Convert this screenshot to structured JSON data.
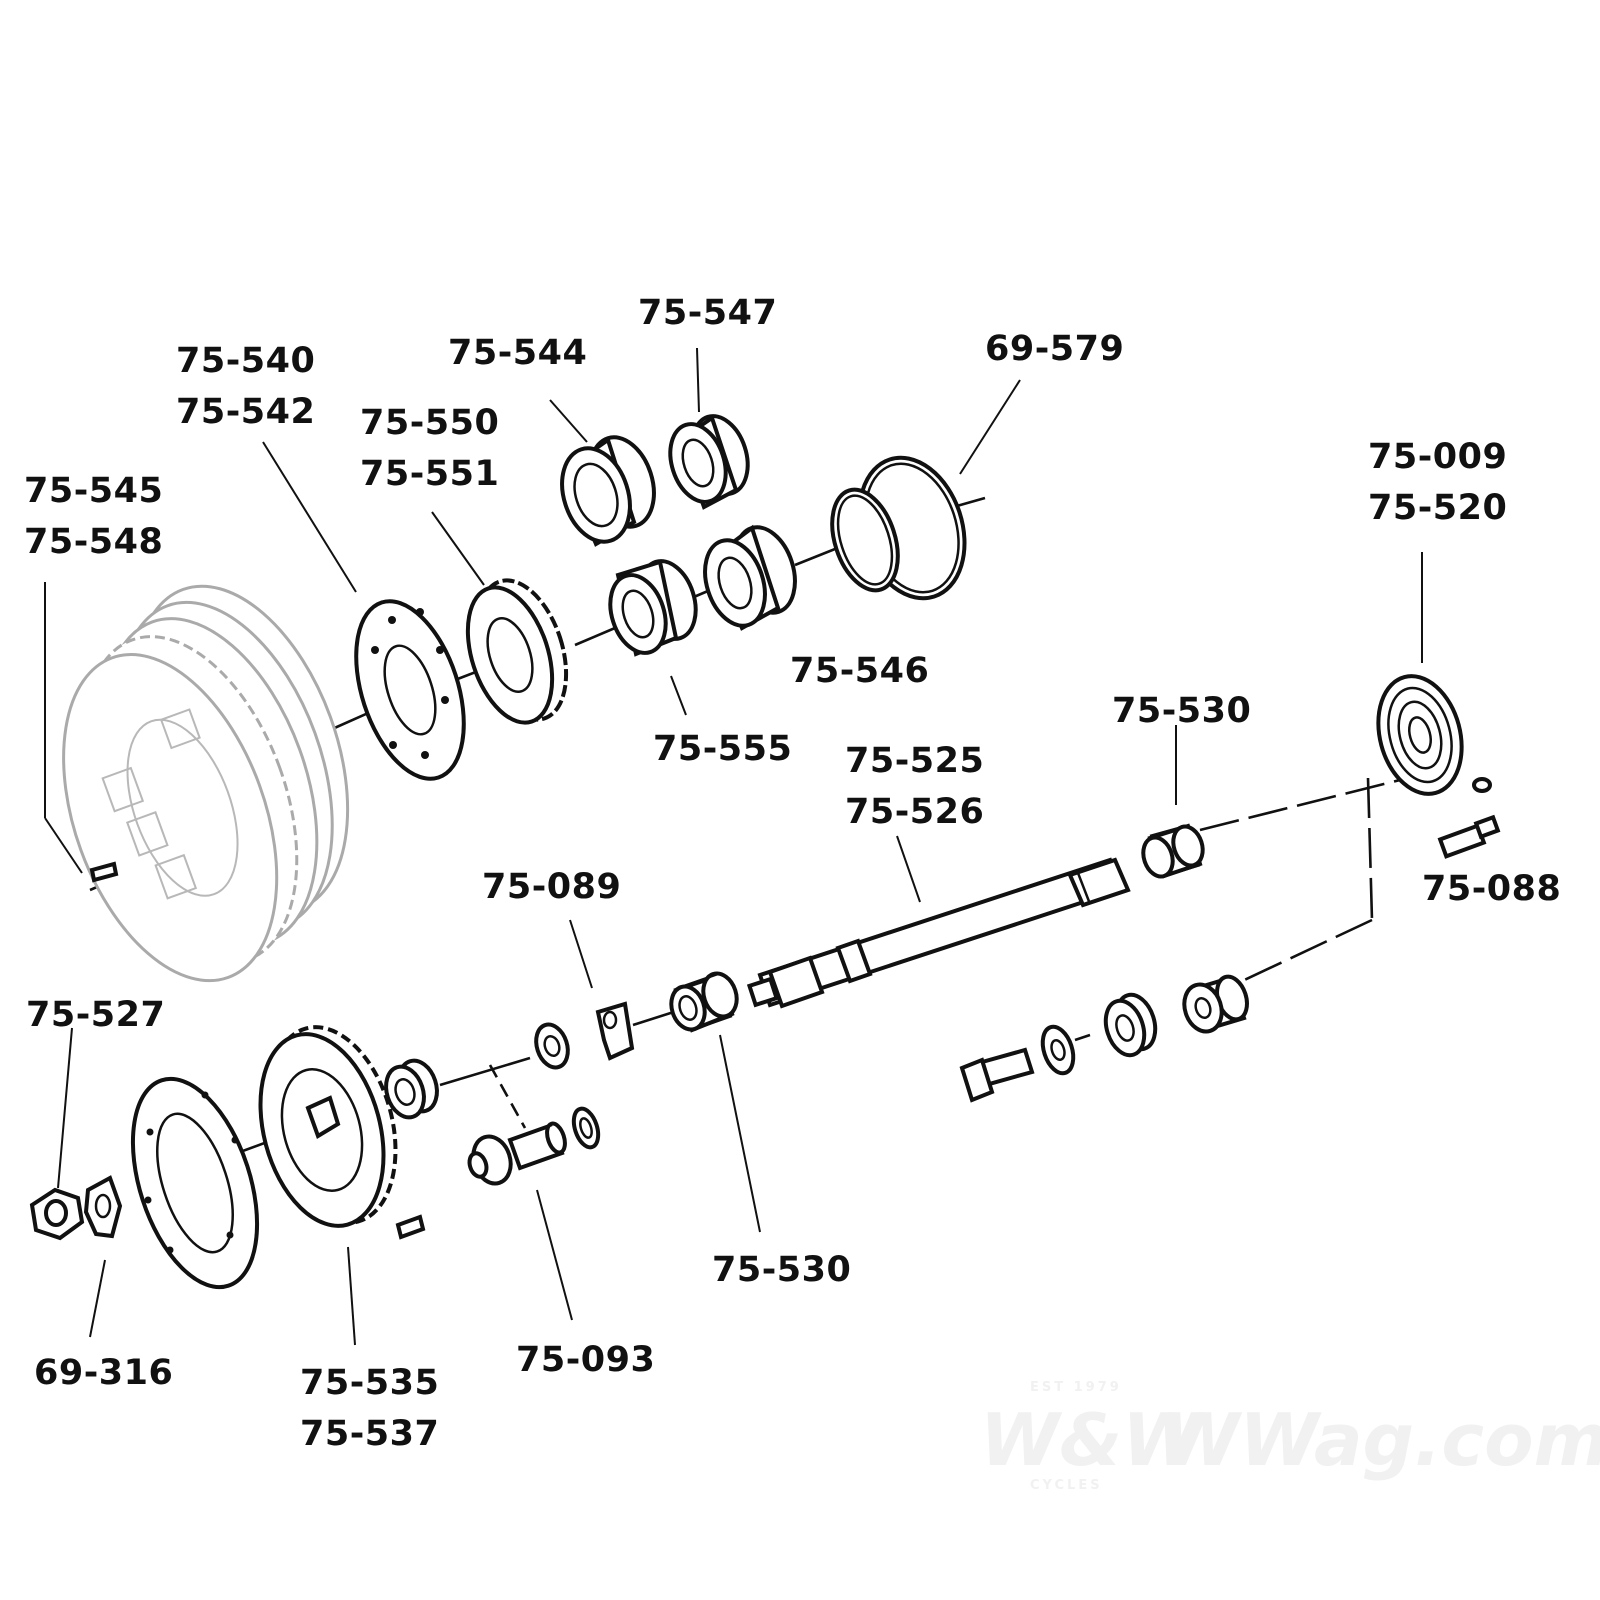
{
  "diagram": {
    "labels": {
      "l_75_545": [
        "75-545",
        "75-548"
      ],
      "l_75_540": [
        "75-540",
        "75-542"
      ],
      "l_75_550": [
        "75-550",
        "75-551"
      ],
      "l_75_544": [
        "75-544"
      ],
      "l_75_547": [
        "75-547"
      ],
      "l_69_579": [
        "69-579"
      ],
      "l_75_009": [
        "75-009",
        "75-520"
      ],
      "l_75_546": [
        "75-546"
      ],
      "l_75_555": [
        "75-555"
      ],
      "l_75_530_top": [
        "75-530"
      ],
      "l_75_525": [
        "75-525",
        "75-526"
      ],
      "l_75_088": [
        "75-088"
      ],
      "l_75_089": [
        "75-089"
      ],
      "l_75_527": [
        "75-527"
      ],
      "l_75_530_bottom": [
        "75-530"
      ],
      "l_69_316": [
        "69-316"
      ],
      "l_75_535": [
        "75-535",
        "75-537"
      ],
      "l_75_093": [
        "75-093"
      ]
    }
  },
  "watermark": {
    "est": "EST 1979",
    "brand": "W&W",
    "site": "WWag.com",
    "sub": "CYCLES"
  }
}
